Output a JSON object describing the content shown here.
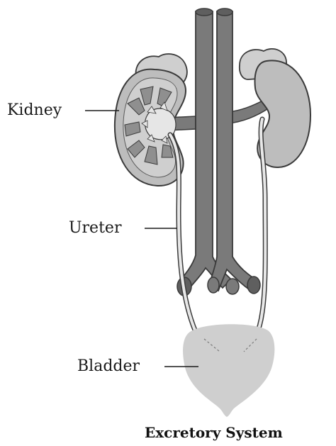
{
  "labels": {
    "kidney": "Kidney",
    "ureter": "Ureter",
    "bladder": "Bladder"
  },
  "caption": "Excretory System",
  "colors": {
    "vessel": "#7a7a7a",
    "vessel_dark": "#5f5f5f",
    "organ_light": "#cfcfcf",
    "organ_mid": "#bdbdbd",
    "medulla": "#8f8f8f",
    "outline": "#3a3a3a",
    "ureter": "#e8e8e8"
  }
}
